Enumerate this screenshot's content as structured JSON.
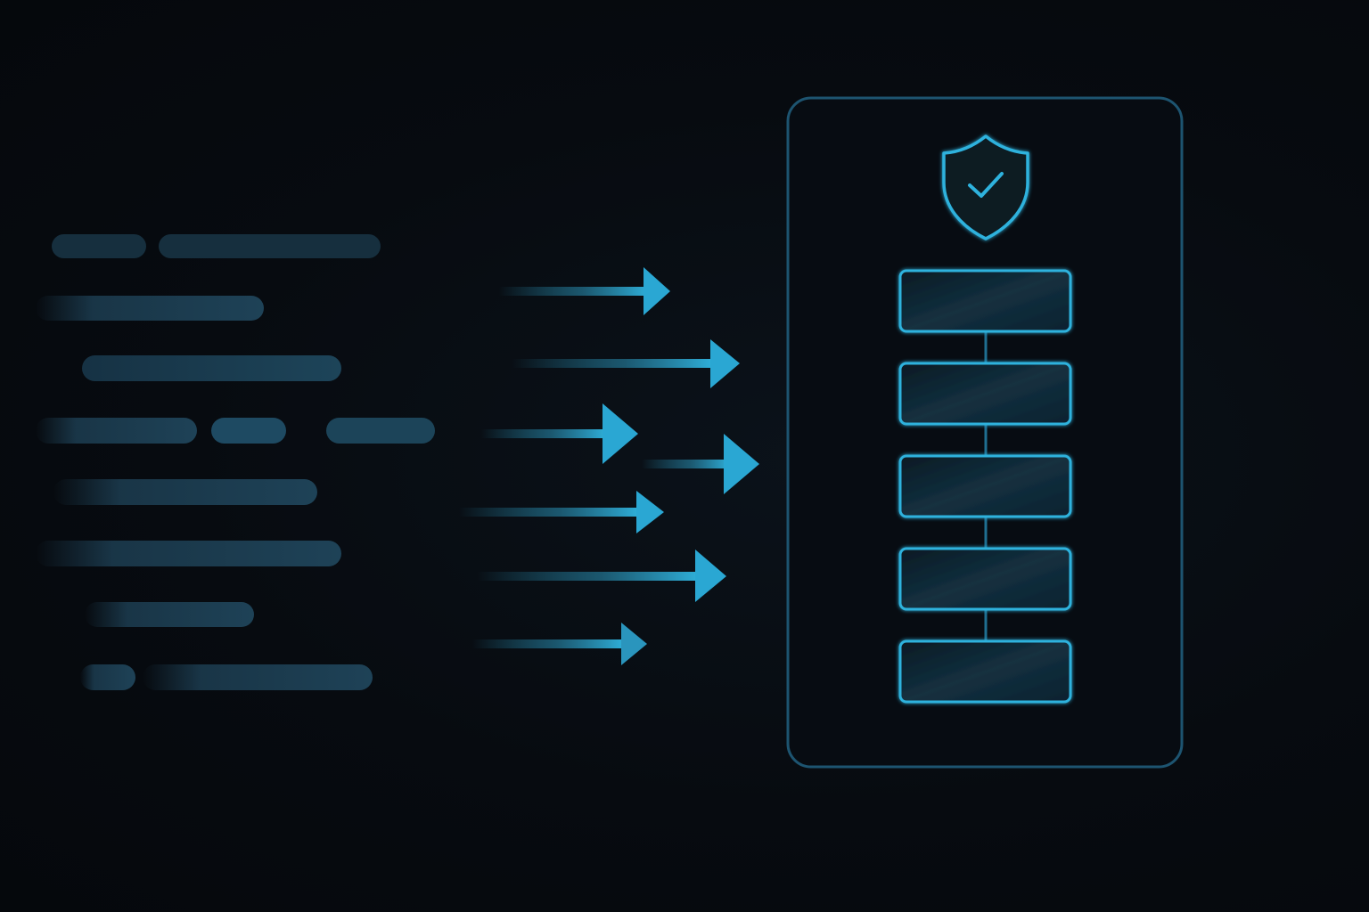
{
  "colors": {
    "background": "#070b10",
    "accent": "#2fb2dd",
    "accent_dim": "#1f6f91",
    "bar": "#1b3a4d",
    "block_fill": "#0f2736",
    "panel_border": "#1d5470"
  },
  "icons": {
    "panel_badge": "shield-check-icon",
    "flow_marker": "arrow-right-icon"
  },
  "input_lines": {
    "row_count": 8,
    "segments_per_row": [
      2,
      1,
      1,
      3,
      1,
      1,
      1,
      2
    ]
  },
  "arrows": {
    "count": 7
  },
  "stack": {
    "block_count": 5,
    "connected": true
  }
}
